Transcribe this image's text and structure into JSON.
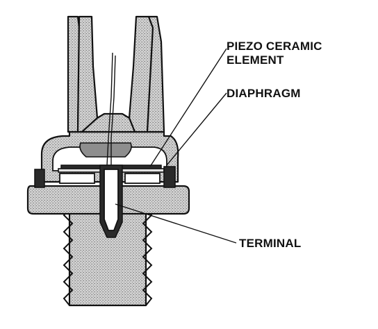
{
  "labels": {
    "piezo_line1": "PIEZO CERAMIC",
    "piezo_line2": "ELEMENT",
    "diaphragm": "DIAPHRAGM",
    "terminal": "TERMINAL"
  },
  "colors": {
    "outline": "#111111",
    "body_stipple": "#bdbdbd",
    "background": "#ffffff"
  }
}
